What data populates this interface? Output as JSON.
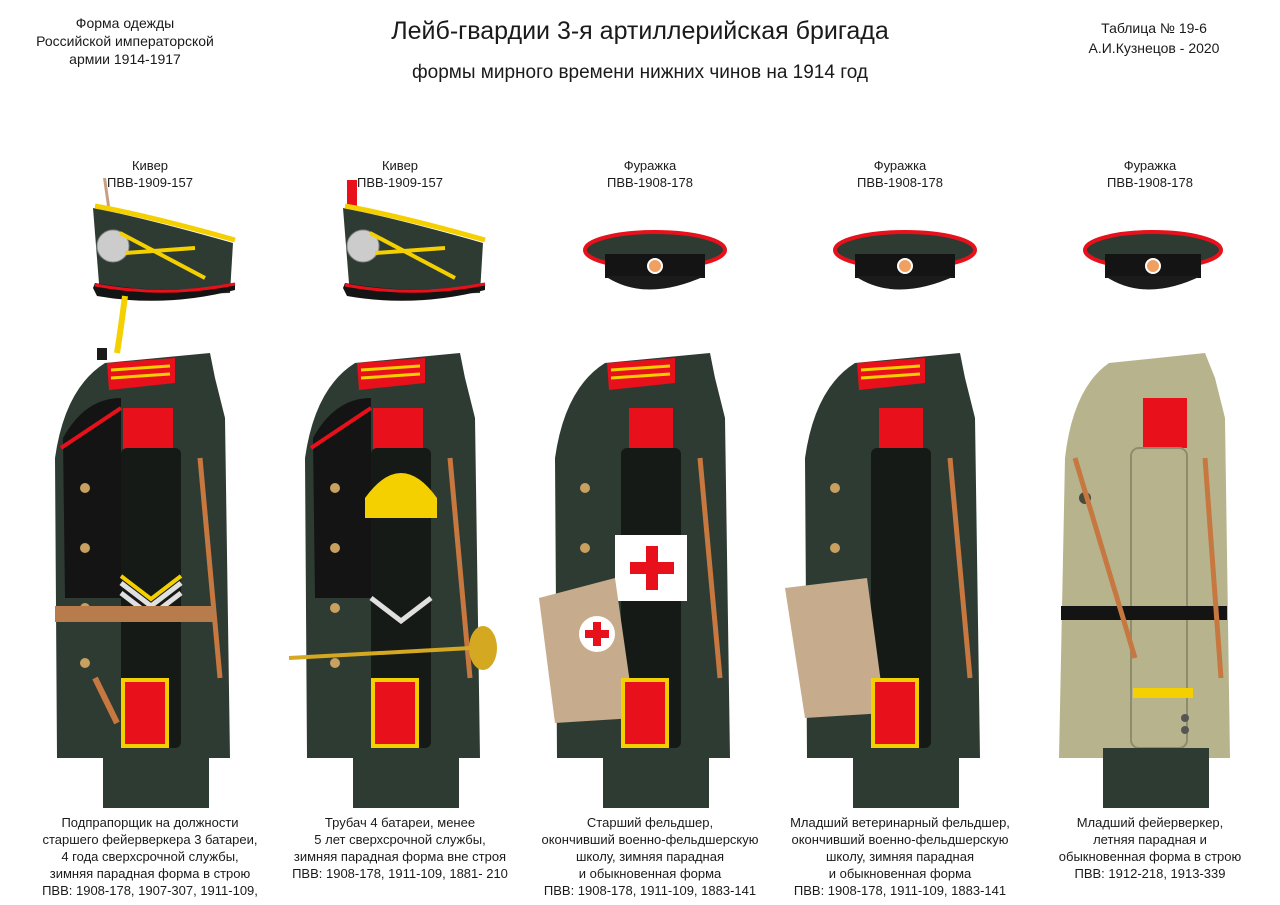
{
  "header_left": [
    "Форма одежды",
    "Российской императорской",
    "армии  1914-1917"
  ],
  "title": "Лейб-гвардии 3-я артиллерийская бригада",
  "subtitle": "формы мирного времени нижних чинов  на 1914 год",
  "header_right": [
    "Таблица № 19-6",
    "А.И.Кузнецов - 2020"
  ],
  "colors": {
    "uniform": "#2e3b33",
    "red": "#e8111b",
    "yellow": "#f5d000",
    "summer": "#b7b48d",
    "black": "#141414",
    "bag": "#c7ab8d"
  },
  "figures": [
    {
      "headwear": [
        "Кивер",
        "ПВВ-1909-157"
      ],
      "caption": [
        "Подпрапорщик на должности",
        "старшего фейерверкера 3 батареи,",
        "4 года сверхсрочной службы,",
        "зимняя парадная форма в строю",
        "ПВВ: 1908-178, 1907-307, 1911-109,"
      ]
    },
    {
      "headwear": [
        "Кивер",
        "ПВВ-1909-157"
      ],
      "caption": [
        "Трубач 4 батареи, менее",
        "5 лет сверхсрочной службы,",
        "зимняя парадная форма вне строя",
        "ПВВ: 1908-178, 1911-109, 1881- 210"
      ]
    },
    {
      "headwear": [
        "Фуражка",
        "ПВВ-1908-178"
      ],
      "caption": [
        "Старший фельдшер,",
        "окончивший военно-фельдшерскую",
        "школу, зимняя парадная",
        "и обыкновенная форма",
        "ПВВ: 1908-178, 1911-109, 1883-141"
      ]
    },
    {
      "headwear": [
        "Фуражка",
        "ПВВ-1908-178"
      ],
      "caption": [
        "Младший ветеринарный фельдшер,",
        "окончивший военно-фельдшерскую",
        "школу, зимняя парадная",
        "и обыкновенная форма",
        "ПВВ: 1908-178, 1911-109, 1883-141"
      ]
    },
    {
      "headwear": [
        "Фуражка",
        "ПВВ-1908-178"
      ],
      "caption": [
        "Младший фейерверкер,",
        "летняя парадная и",
        "обыкновенная форма в строю",
        "ПВВ: 1912-218, 1913-339"
      ]
    }
  ]
}
